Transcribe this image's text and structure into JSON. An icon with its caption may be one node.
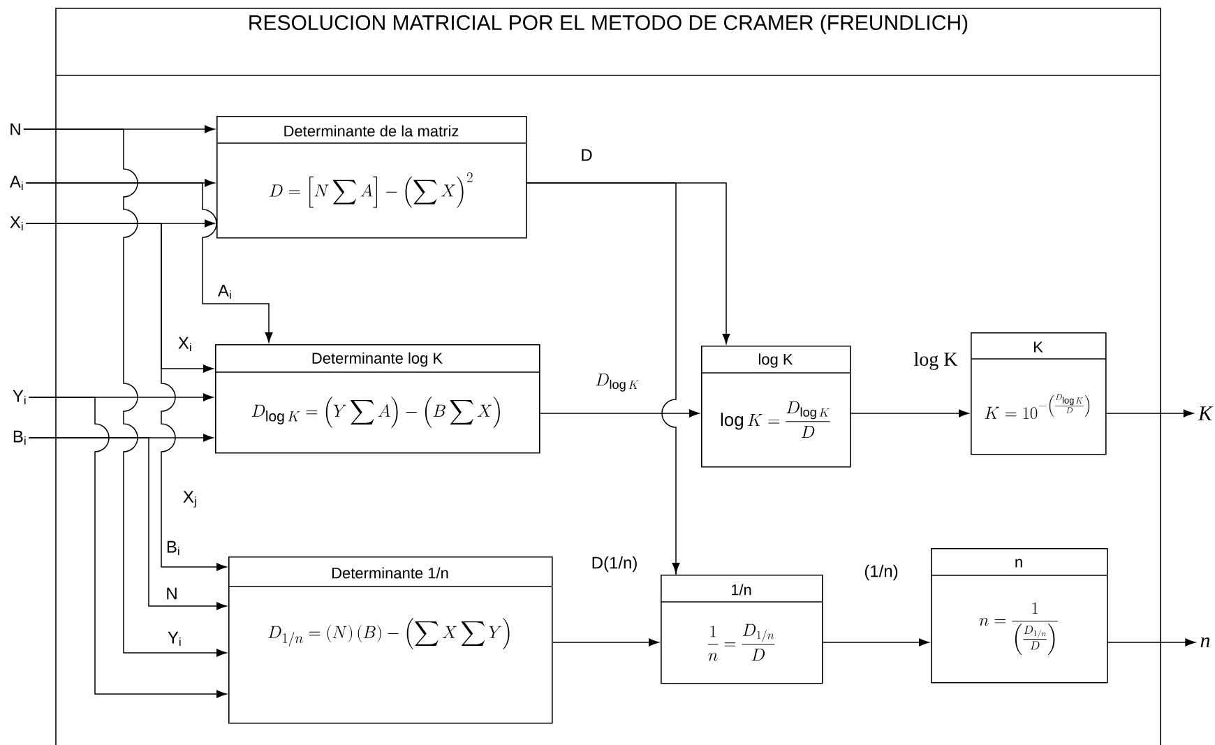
{
  "diagram": {
    "title": "RESOLUCION MATRICIAL POR EL METODO DE CRAMER  (FREUNDLICH)",
    "nodes": [
      {
        "text": [
          "N"
        ]
      },
      {
        "text": [
          "A$_{i}$"
        ]
      },
      {
        "text": [
          "X$_{i}$"
        ]
      },
      {
        "text": [
          "Y$_{i}$"
        ]
      },
      {
        "text": [
          "B$_{i}$"
        ]
      },
      {
        "text": [
          "Determinante de la matriz",
          "D=\\left[N\\sum A\\right]-\\left(\\sum X\\right)^{2}"
        ]
      },
      {
        "text": [
          "Determinante log K",
          "D_{\\log K}=\\left(Y\\sum A\\right)-\\left(B\\sum X\\right)"
        ]
      },
      {
        "text": [
          "Determinante 1/n",
          "D_{1/n}=\\left(N\\right)\\left(B\\right)-\\left(\\sum X\\sum Y\\right)"
        ]
      },
      {
        "text": [
          "log K",
          "\\log K=\\frac{D_{\\log K}}{D}"
        ]
      },
      {
        "text": [
          "K",
          "K=10^{-\\left(\\frac{D_{\\log K}}{D}\\right)}"
        ]
      },
      {
        "text": [
          "1/n",
          "\\frac{1}{n}=\\frac{D_{1/n}}{D}"
        ]
      },
      {
        "text": [
          "n",
          "n=\\frac{1}{\\left(\\frac{D_{1/n}}{D}\\right)}"
        ]
      },
      {
        "text": [
          "K"
        ]
      },
      {
        "text": [
          "n"
        ]
      }
    ],
    "edges": [
      {
        "from": 0,
        "to": 5,
        "arrow": "to"
      },
      {
        "from": 1,
        "to": 5,
        "arrow": "to"
      },
      {
        "from": 2,
        "to": 5,
        "arrow": "to"
      },
      {
        "from": 0,
        "to": 7,
        "arrow": "to",
        "label": "Y$_{i}$"
      },
      {
        "from": 1,
        "to": 6,
        "arrow": "to",
        "label": "A$_{i}$"
      },
      {
        "from": 2,
        "to": 6,
        "arrow": "to",
        "label": "X$_{i}$"
      },
      {
        "from": 2,
        "to": 7,
        "arrow": "to",
        "label": "B$_{i}$"
      },
      {
        "from": 3,
        "to": 6,
        "arrow": "to"
      },
      {
        "from": 3,
        "to": 7,
        "arrow": "to"
      },
      {
        "from": 4,
        "to": 6,
        "arrow": "to"
      },
      {
        "from": 4,
        "to": 7,
        "arrow": "to",
        "label": "N"
      },
      {
        "from": 5,
        "to": 8,
        "arrow": "to",
        "label": "D"
      },
      {
        "from": 5,
        "to": 10,
        "arrow": "to",
        "label": "D(1/n)"
      },
      {
        "from": 6,
        "to": 8,
        "arrow": "to",
        "label": "D_{\\log K}"
      },
      {
        "from": 8,
        "to": 9,
        "arrow": "to",
        "label": "log K"
      },
      {
        "from": 9,
        "to": 12,
        "arrow": "to"
      },
      {
        "from": 7,
        "to": 10,
        "arrow": "to"
      },
      {
        "from": 10,
        "to": 11,
        "arrow": "to",
        "label": "(1/n)"
      },
      {
        "from": 11,
        "to": 13,
        "arrow": "to"
      }
    ],
    "labels": [
      "X$_{j}$"
    ]
  }
}
